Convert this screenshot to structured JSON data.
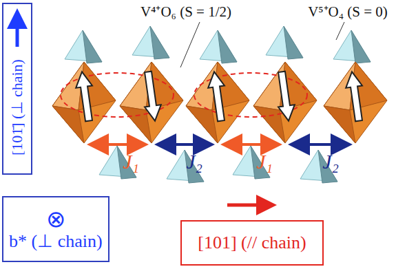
{
  "diagram": {
    "nodes": [
      {
        "text": [
          "[101̄] (⊥ chain)"
        ]
      },
      {
        "text": [
          "⊗",
          "b* (⊥ chain)"
        ]
      },
      {
        "text": [
          "[101] (// chain)"
        ]
      }
    ],
    "labels": [
      "V⁴⁺O₆ (S = 1/2)",
      "V⁵⁺O₄ (S = 0)",
      "J₁",
      "J₂",
      "J₁",
      "J₂"
    ]
  }
}
